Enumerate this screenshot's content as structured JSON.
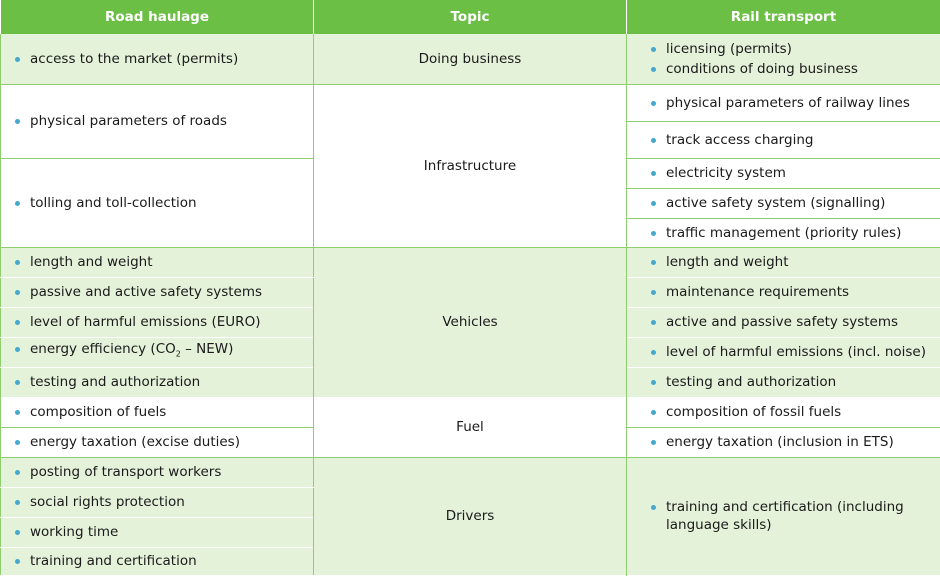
{
  "header": {
    "road": "Road haulage",
    "topic": "Topic",
    "rail": "Rail transport"
  },
  "rows": {
    "doing_business": {
      "topic": "Doing business",
      "road": [
        "access to the market (permits)"
      ],
      "rail": [
        "licensing (permits)",
        "conditions of doing business"
      ]
    },
    "infrastructure": {
      "topic": "Infrastructure",
      "road": [
        "physical parameters of roads",
        "tolling and toll-collection"
      ],
      "rail": [
        "physical parameters of railway lines",
        "track access charging",
        "electricity system",
        "active safety system (signalling)",
        "traffic management (priority rules)"
      ]
    },
    "vehicles": {
      "topic": "Vehicles",
      "road": [
        "length and weight",
        "passive and active safety systems",
        "level of harmful emissions (EURO)",
        "energy efficiency (CO",
        "2",
        " – NEW)",
        "testing and authorization"
      ],
      "rail": [
        "length and weight",
        "maintenance requirements",
        "active and passive safety systems",
        "level of harmful emissions (incl. noise)",
        "testing and authorization"
      ]
    },
    "fuel": {
      "topic": "Fuel",
      "road": [
        "composition of fuels",
        "energy taxation (excise duties)"
      ],
      "rail": [
        "composition of fossil fuels",
        "energy taxation (inclusion in ETS)"
      ]
    },
    "drivers": {
      "topic": "Drivers",
      "road": [
        "posting of transport workers",
        "social rights protection",
        "working time",
        "training and certification"
      ],
      "rail": [
        "training and certification (including language skills)"
      ]
    }
  },
  "colors": {
    "header": "#6cbf45",
    "band": "#e5f2da",
    "bullet": "#45a8cf"
  }
}
